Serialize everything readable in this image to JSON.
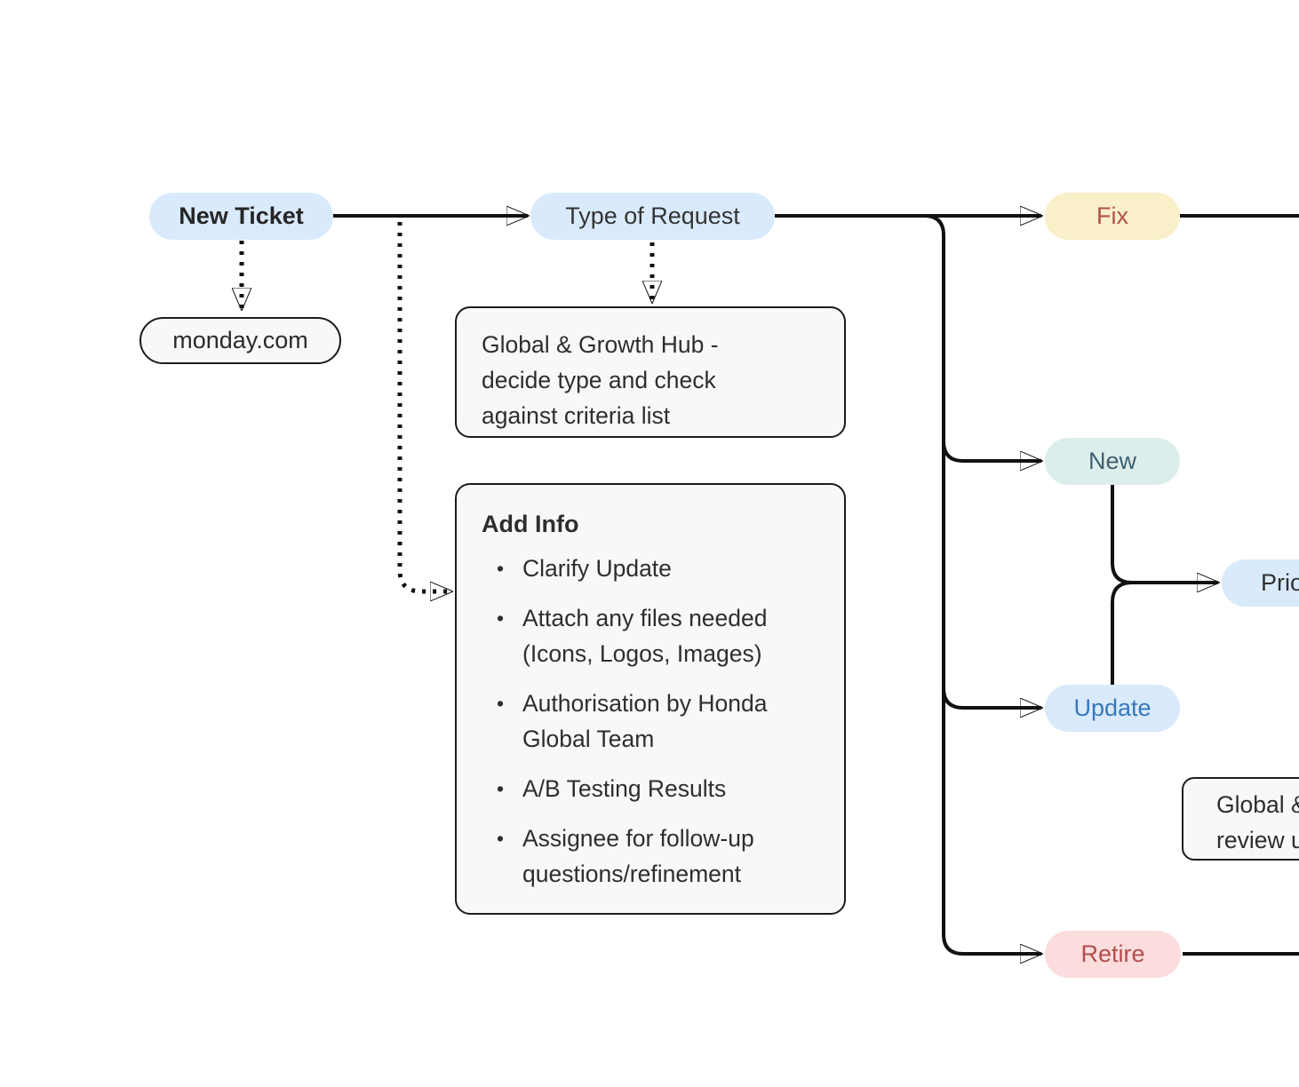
{
  "diagram": {
    "nodes": {
      "new_ticket": {
        "label": "New Ticket",
        "bg": "#d9eafc",
        "color": "#262626"
      },
      "monday": {
        "label": "monday.com",
        "bg": "#f8f8f8",
        "color": "#2b2b2b"
      },
      "type_of_request": {
        "label": "Type of Request",
        "bg": "#d9eafc",
        "color": "#343434"
      },
      "fix": {
        "label": "Fix",
        "bg": "#f9efc8",
        "color": "#b0504f"
      },
      "new": {
        "label": "New",
        "bg": "#dceeeb",
        "color": "#40606e"
      },
      "priority": {
        "label": "Prior",
        "bg": "#d9eafc",
        "color": "#30312f"
      },
      "update": {
        "label": "Update",
        "bg": "#d9eafc",
        "color": "#3878ba"
      },
      "retire": {
        "label": "Retire",
        "bg": "#fadddc",
        "color": "#b44c4b"
      }
    },
    "notes": {
      "decide_type": {
        "text": "Global & Growth Hub - decide type and check against criteria list"
      },
      "add_info": {
        "title": "Add Info",
        "items": [
          "Clarify Update",
          "Attach any files needed (Icons, Logos, Images)",
          "Authorisation by Honda Global Team",
          "A/B Testing Results",
          "Assignee for follow-up questions/refinement"
        ]
      },
      "review": {
        "line1": "Global &",
        "line2": "review u"
      }
    },
    "line_color": "#111111"
  }
}
